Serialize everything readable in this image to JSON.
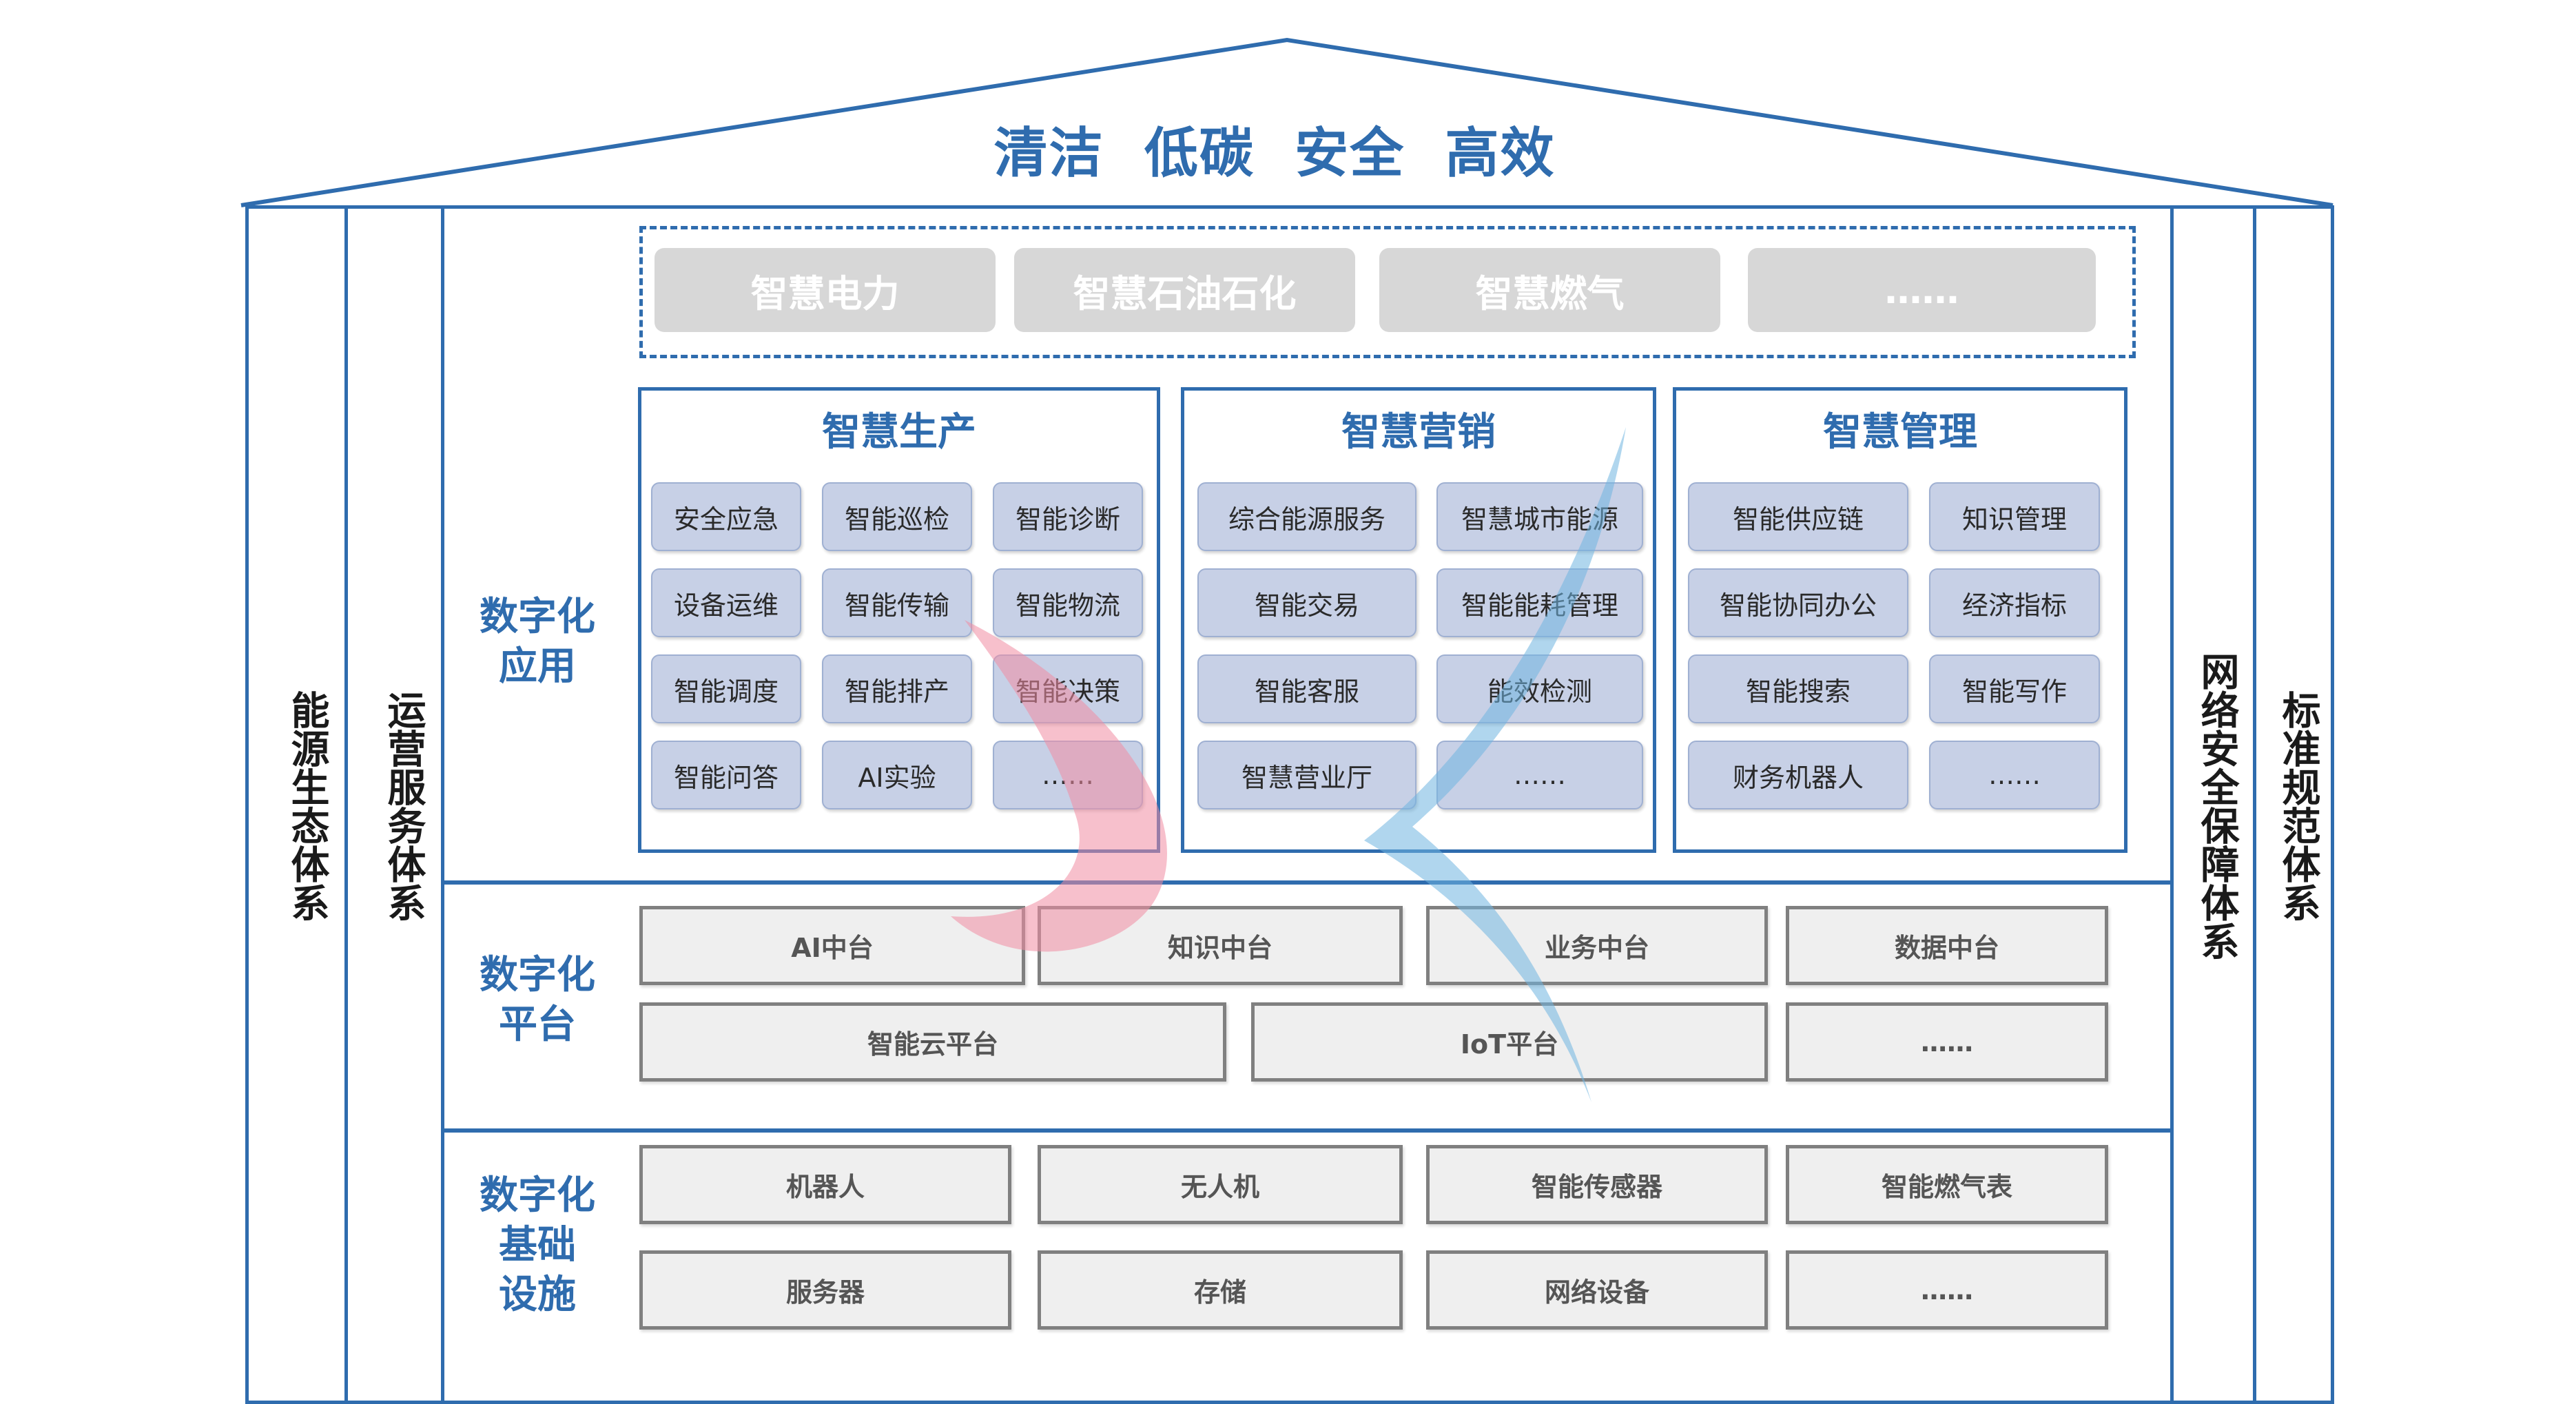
{
  "title": "清洁  低碳  安全  高效",
  "pillars": {
    "left_outer": "能源生态体系",
    "left_inner": "运营服务体系",
    "right_inner": "网络安全保障体系",
    "right_outer": "标准规范体系"
  },
  "layers": {
    "application": {
      "label": "数字化\n应用",
      "industries": [
        "智慧电力",
        "智慧石油石化",
        "智慧燃气",
        "……"
      ],
      "groups": [
        {
          "title": "智慧生产",
          "items": [
            "安全应急",
            "智能巡检",
            "智能诊断",
            "设备运维",
            "智能传输",
            "智能物流",
            "智能调度",
            "智能排产",
            "智能决策",
            "智能问答",
            "AI实验",
            "……"
          ]
        },
        {
          "title": "智慧营销",
          "items": [
            "综合能源服务",
            "智慧城市能源",
            "智能交易",
            "智能能耗管理",
            "智能客服",
            "能效检测",
            "智慧营业厅",
            "……"
          ]
        },
        {
          "title": "智慧管理",
          "items": [
            "智能供应链",
            "知识管理",
            "智能协同办公",
            "经济指标",
            "智能搜索",
            "智能写作",
            "财务机器人",
            "……"
          ]
        }
      ]
    },
    "platform": {
      "label": "数字化\n平台",
      "row1": [
        "AI中台",
        "知识中台",
        "业务中台",
        "数据中台"
      ],
      "row2": [
        "智能云平台",
        "IoT平台",
        "……"
      ]
    },
    "infrastructure": {
      "label": "数字化\n基础\n设施",
      "row1": [
        "机器人",
        "无人机",
        "智能传感器",
        "智能燃气表"
      ],
      "row2": [
        "服务器",
        "存储",
        "网络设备",
        "……"
      ]
    }
  },
  "colors": {
    "frame_blue": "#2f6cae",
    "chip_fill": "#c7d0e6",
    "industry_pill": "#d7d7d7",
    "watermark_red": "#f08ca2",
    "watermark_blue": "#6fb4e0"
  }
}
